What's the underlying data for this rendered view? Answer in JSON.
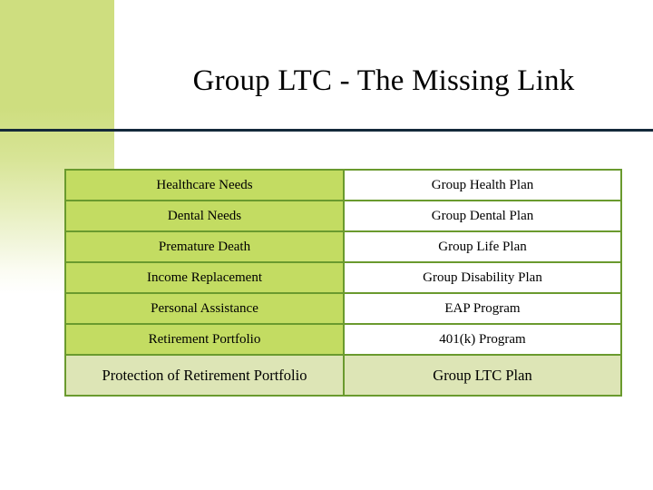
{
  "slide": {
    "title": "Group LTC - The Missing Link",
    "accent_band_color_top": "#cede7f",
    "accent_band_color_bottom": "#ffffff",
    "rule_color": "#14293a",
    "table_border_color": "#6a9a2e",
    "need_cell_fill": "#c3dc62",
    "plan_cell_fill": "#ffffff",
    "highlight_row_fill": "#dde5b6"
  },
  "table": {
    "rows": [
      {
        "need": "Healthcare Needs",
        "plan": "Group Health Plan"
      },
      {
        "need": "Dental Needs",
        "plan": "Group Dental Plan"
      },
      {
        "need": "Premature Death",
        "plan": "Group Life Plan"
      },
      {
        "need": "Income Replacement",
        "plan": "Group Disability Plan"
      },
      {
        "need": "Personal Assistance",
        "plan": "EAP Program"
      },
      {
        "need": "Retirement Portfolio",
        "plan": "401(k) Program"
      },
      {
        "need": "Protection of Retirement Portfolio",
        "plan": "Group LTC Plan"
      }
    ]
  }
}
